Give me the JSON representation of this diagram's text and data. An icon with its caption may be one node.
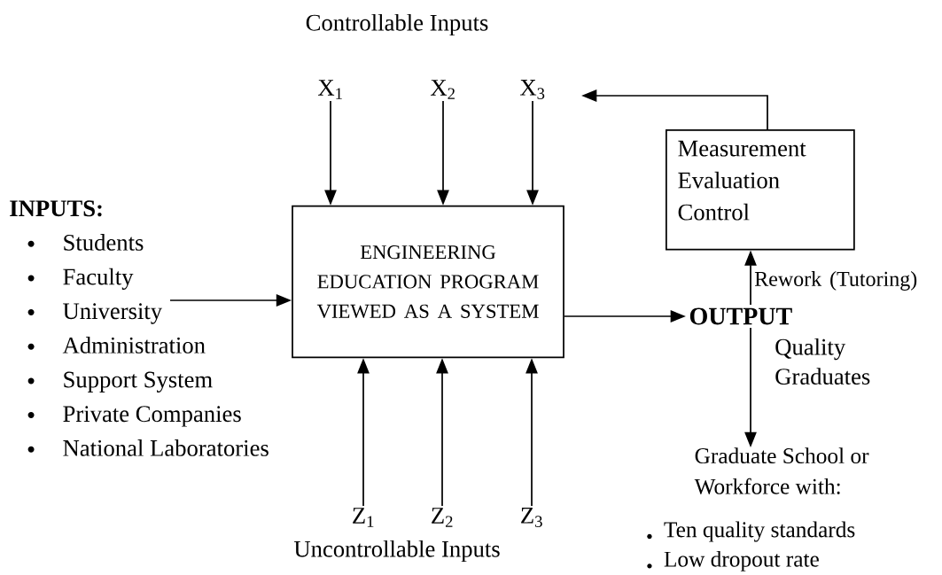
{
  "diagram": {
    "nodes": [
      {
        "text": [
          "INPUTS:",
          "Students",
          "Faculty",
          "University",
          "Administration",
          "Support System",
          "Private Companies",
          "National Laboratories"
        ]
      },
      {
        "text": [
          "X$_{1}$"
        ]
      },
      {
        "text": [
          "X$_{2}$"
        ]
      },
      {
        "text": [
          "X$_{3}$"
        ]
      },
      {
        "text": [
          "ENGINEERING EDUCATION PROGRAM VIEWED AS A SYSTEM"
        ]
      },
      {
        "text": [
          "Measurement Evaluation Control"
        ]
      },
      {
        "text": [
          "OUTPUT"
        ]
      },
      {
        "text": [
          "Graduate School or Workforce with:",
          "Ten quality standards",
          "Low dropout rate"
        ]
      },
      {
        "text": [
          "Z$_{1}$"
        ]
      },
      {
        "text": [
          "Z$_{2}$"
        ]
      },
      {
        "text": [
          "Z$_{3}$"
        ]
      }
    ],
    "edges": [
      {
        "from": 0,
        "to": 4,
        "arrow": "to"
      },
      {
        "from": 1,
        "to": 4,
        "arrow": "to"
      },
      {
        "from": 2,
        "to": 4,
        "arrow": "to"
      },
      {
        "from": 3,
        "to": 4,
        "arrow": "to"
      },
      {
        "from": 8,
        "to": 4,
        "arrow": "to"
      },
      {
        "from": 9,
        "to": 4,
        "arrow": "to"
      },
      {
        "from": 10,
        "to": 4,
        "arrow": "to"
      },
      {
        "from": 4,
        "to": 6,
        "arrow": "to"
      },
      {
        "from": 6,
        "to": 5,
        "arrow": "to",
        "label": "Rework (Tutoring)"
      },
      {
        "from": 6,
        "to": 7,
        "arrow": "to",
        "label": "Quality Graduates"
      },
      {
        "from": 5,
        "to": null,
        "arrow": "to"
      }
    ],
    "labels": [
      "Controllable Inputs",
      "Uncontrollable Inputs"
    ]
  }
}
